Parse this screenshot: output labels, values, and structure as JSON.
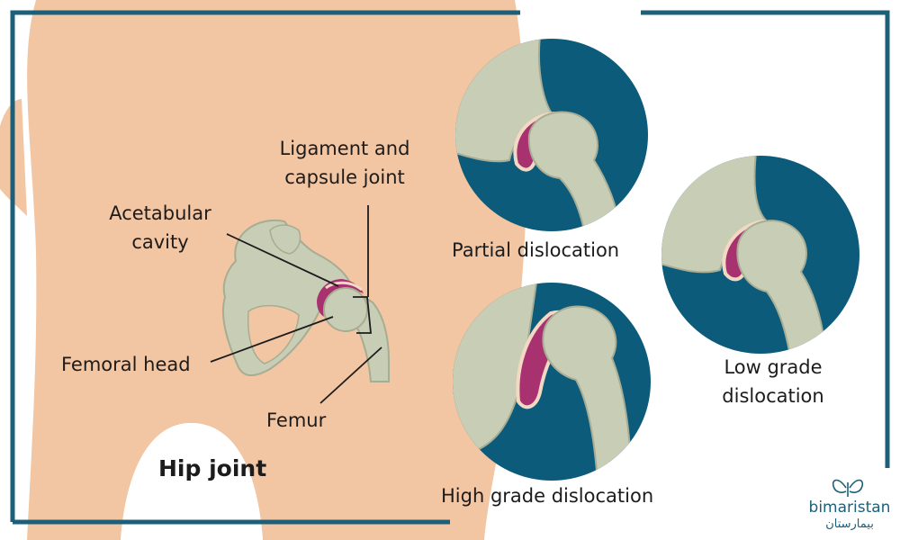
{
  "labels": {
    "ligament": [
      "Ligament and",
      "capsule joint"
    ],
    "acetabular": [
      "Acetabular",
      "cavity"
    ],
    "femoral_head": "Femoral head",
    "femur": "Femur",
    "hip_joint": "Hip joint"
  },
  "stages": {
    "partial": "Partial dislocation",
    "low": [
      "Low grade",
      "dislocation"
    ],
    "high": "High grade dislocation"
  },
  "brand": {
    "name": "bimaristan",
    "arabic": "بيمارستان",
    "logo_icon": "butterfly-icon"
  },
  "colors": {
    "skin": "#f2c5a3",
    "frame": "#1d5f78",
    "circle_bg": "#0c5b7a",
    "bone": "#c8cdb6",
    "cavity": "#a8326f",
    "cartilage": "#f3d9c4"
  }
}
